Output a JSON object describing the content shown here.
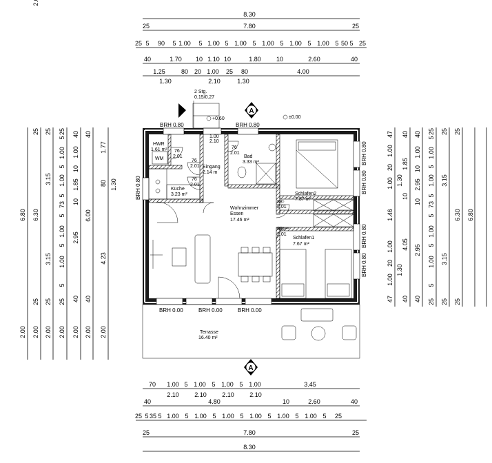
{
  "top_dims": {
    "row1": [
      "8.30"
    ],
    "row2": [
      "25",
      "7.80",
      "25"
    ],
    "row3": [
      "25",
      "5",
      "90",
      "5",
      "1.00",
      "5",
      "1.00",
      "5",
      "1.00",
      "5",
      "1.00",
      "5",
      "1.00",
      "5",
      "1.00",
      "5",
      "50",
      "5",
      "25"
    ],
    "row4": [
      "40",
      "1.70",
      "10",
      "1.10",
      "10",
      "1.80",
      "10",
      "2.60",
      "40"
    ],
    "row5a": [
      "1.25",
      "80",
      "20",
      "1.00",
      "25",
      "80",
      "4.00"
    ],
    "row5b": [
      "1.30",
      "2.10",
      "1.30"
    ]
  },
  "bottom_dims": {
    "row1a": [
      "70",
      "1.00",
      "5",
      "1.00",
      "5",
      "1.00",
      "5",
      "1.00",
      "3.45"
    ],
    "row1b": [
      "2.10",
      "2.10",
      "2.10",
      "2.10"
    ],
    "row2": [
      "40",
      "4.80",
      "10",
      "2.60",
      "40"
    ],
    "row3": [
      "25",
      "5",
      "35",
      "5",
      "1.00",
      "5",
      "1.00",
      "5",
      "1.00",
      "5",
      "1.00",
      "5",
      "1.00",
      "5",
      "1.00",
      "5",
      "25"
    ],
    "row4": [
      "25",
      "7.80",
      "25"
    ],
    "row5": [
      "8.30"
    ]
  },
  "left_dims": {
    "outer": [
      "6.80"
    ],
    "c2": [
      "25",
      "6.30",
      "25"
    ],
    "c3": [
      "25",
      "3.15",
      "3.15",
      "25"
    ],
    "c4": [
      "25",
      "5",
      "1.00",
      "5",
      "1.00",
      "5",
      "73",
      "5",
      "1.00",
      "5",
      "1.00",
      "5",
      "25"
    ],
    "c5": [
      "40",
      "1.00",
      "10",
      "1.85",
      "10",
      "2.95",
      "40"
    ],
    "c6": [
      "40",
      "6.00",
      "40"
    ],
    "c7": [
      "1.77",
      "80",
      "4.23"
    ],
    "c8": [
      "1.30"
    ],
    "terrace": [
      "2.00",
      "2.00",
      "2.00",
      "2.00",
      "2.00",
      "2.00",
      "2.00"
    ]
  },
  "right_dims": {
    "c1": [
      "47",
      "1.00",
      "20",
      "1.00",
      "1.46",
      "1.00",
      "20",
      "1.00",
      "47"
    ],
    "c2": [
      "1.30",
      "1.30"
    ],
    "c3": [
      "40",
      "1.85",
      "10",
      "4.05",
      "40"
    ],
    "c4": [
      "40",
      "1.00",
      "10",
      "2.95",
      "10",
      "2.95",
      "40"
    ],
    "c5": [
      "25",
      "5",
      "1.00",
      "5",
      "1.00",
      "5",
      "73",
      "5",
      "1.00",
      "5",
      "1.00",
      "5",
      "25"
    ],
    "c6": [
      "25",
      "3.15",
      "3.15",
      "25"
    ],
    "c7": [
      "25",
      "6.30",
      "25"
    ],
    "c8": [
      "6.80"
    ]
  },
  "rooms": {
    "hwr": {
      "name": "HWR",
      "area": "1.61 m²"
    },
    "wm": {
      "name": "WM"
    },
    "eingang": {
      "name": "Eingang",
      "area": "2.14 m"
    },
    "kueche": {
      "name": "Küche",
      "area": "3.23 m²"
    },
    "bad": {
      "name": "Bad",
      "area": "3.33 m²"
    },
    "wohnen": {
      "name": "Wohnzimmer",
      "name2": "Essen",
      "area": "17.46 m²"
    },
    "schlafen2": {
      "name": "Schlafen2",
      "area": "7.87 m²"
    },
    "schlafen1": {
      "name": "Schlafen1",
      "area": "7.67 m²"
    },
    "terrasse": {
      "name": "Terrasse",
      "area": "16.40 m²"
    }
  },
  "door_labels": {
    "d1": [
      "76",
      "2.01"
    ],
    "d2": [
      "76",
      "2.01"
    ],
    "d3": [
      "76",
      "2.01"
    ],
    "d4": [
      "88⁵",
      "2.01"
    ],
    "d5": [
      "88⁵",
      "2.01"
    ],
    "bad_win": [
      "1.00",
      "2.10"
    ]
  },
  "stair": {
    "label1": "2 Stg.",
    "label2": "0.15/0.27"
  },
  "levels": {
    "entry": "+0.60",
    "floor": "±0.00"
  },
  "section_marker": "A",
  "brh": {
    "top1": "BRH  0.80",
    "top2": "BRH  0.80",
    "left": "BRH 0.80",
    "right": [
      "BRH  0.80",
      "BRH  0.80",
      "BRH  0.80",
      "BRH  0.80"
    ],
    "bottom": [
      "BRH  0.00",
      "BRH  0.00",
      "BRH  0.00"
    ]
  }
}
